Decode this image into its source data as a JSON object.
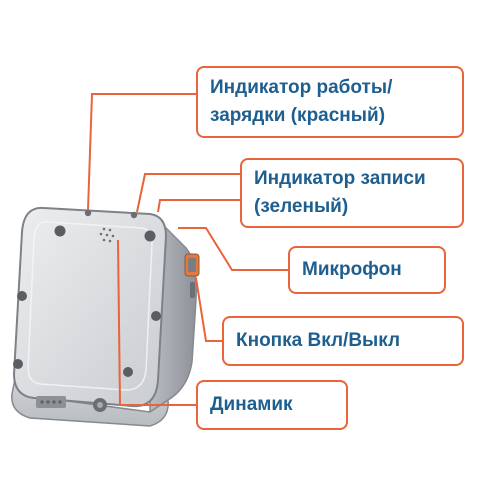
{
  "labels": {
    "power_indicator": {
      "line1": "Индикатор работы/",
      "line2": "зарядки (красный)"
    },
    "record_indicator": {
      "line1": "Индикатор записи",
      "line2": "(зеленый)"
    },
    "microphone": "Микрофон",
    "power_button": "Кнопка Вкл/Выкл",
    "speaker": "Динамик"
  },
  "colors": {
    "callout_border": "#e8643a",
    "callout_text": "#1f5f8f",
    "leader_line": "#e8643a",
    "device_body": "#d9dbde",
    "device_outline": "#8c9095"
  }
}
